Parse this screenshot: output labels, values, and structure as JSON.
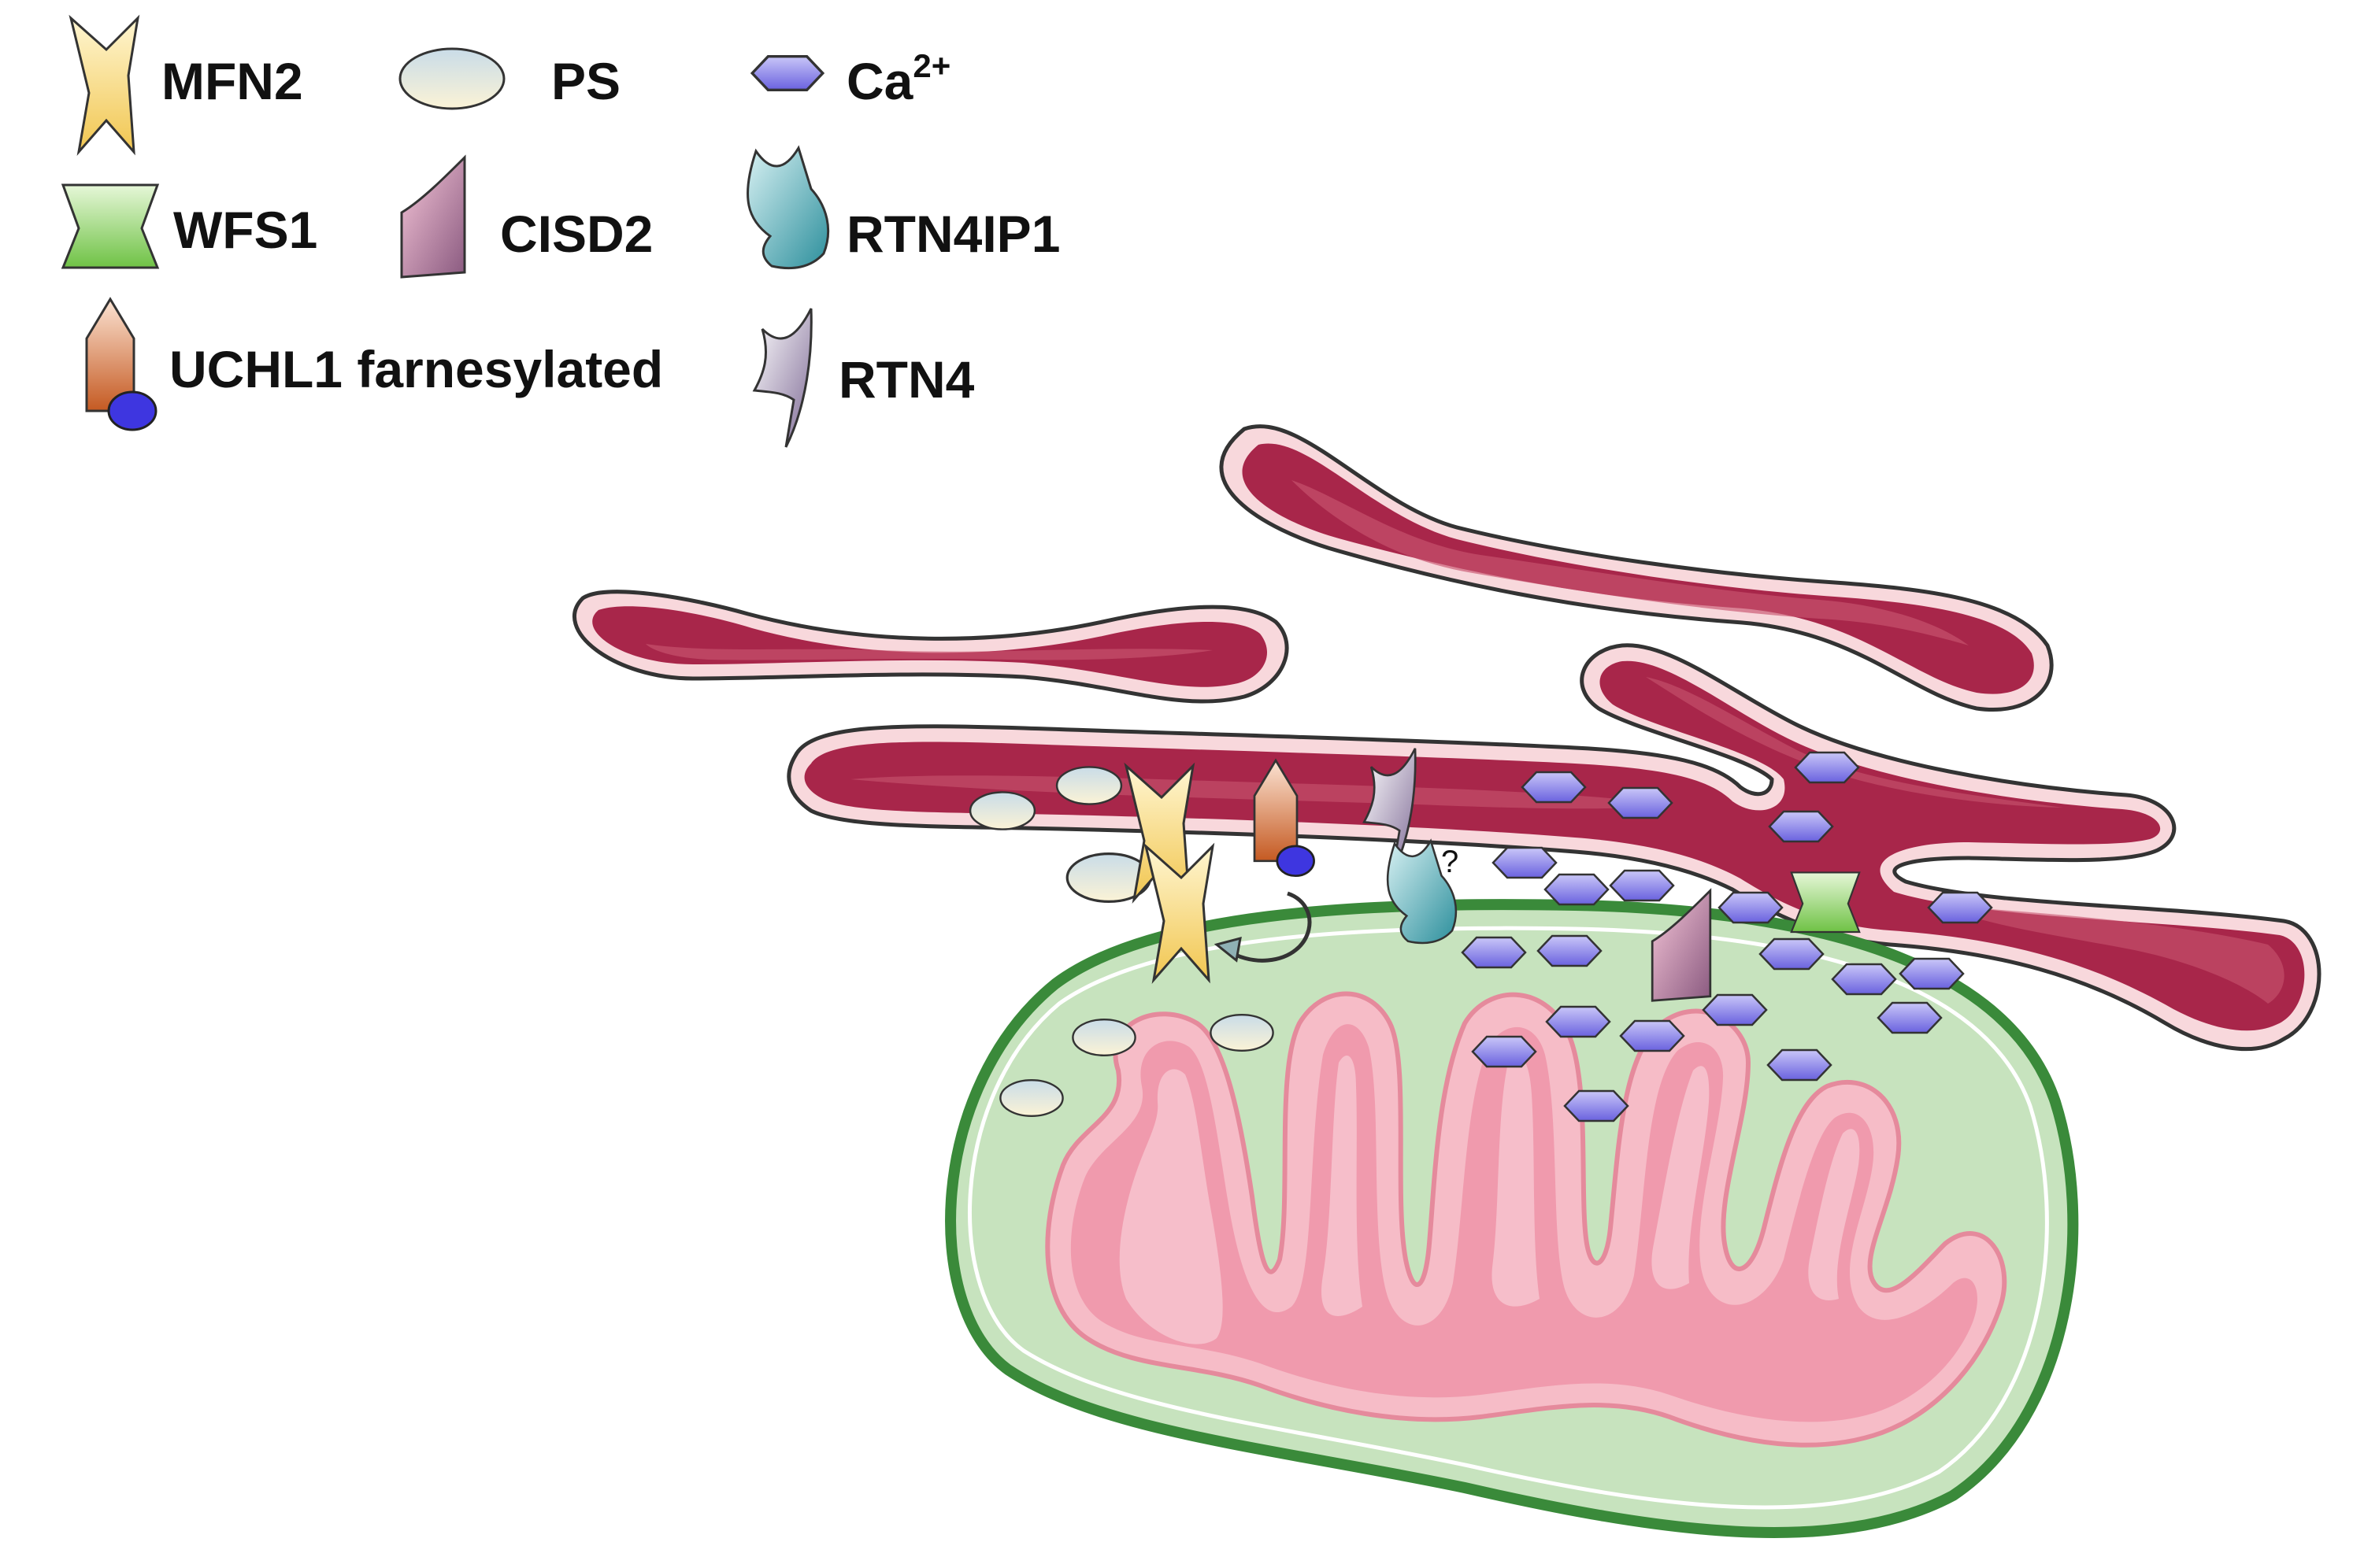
{
  "legend": {
    "mfn2": "MFN2",
    "ps": "PS",
    "ca_base": "Ca",
    "ca_charge": "2+",
    "wfs1": "WFS1",
    "cisd2": "CISD2",
    "rtn4ip1": "RTN4IP1",
    "uchl1": "UCHL1 farnesylated",
    "rtn4": "RTN4"
  },
  "annotation": {
    "unknown_mark": "?"
  },
  "colors": {
    "er_fill": "#a8264a",
    "er_edge": "#f7d6d9",
    "mito_outer": "#c7e3be",
    "mito_outline": "#3a8a3a",
    "cristae": "#f4a8b8",
    "mfn2": "#f5d77a",
    "ps": "#dfe8ee",
    "ca": "#8b86e8",
    "wfs1": "#8fd160",
    "cisd2": "#b07090",
    "rtn4ip1": "#3ea7b3",
    "uchl1": "#d9895a",
    "rtn4": "#c9c0d6"
  }
}
